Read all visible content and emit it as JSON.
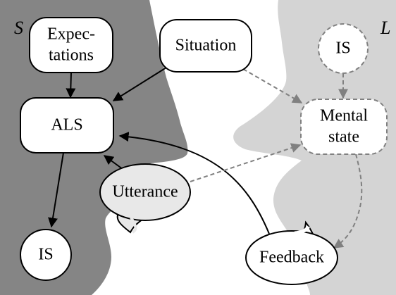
{
  "speaker_label": "S",
  "listener_label": "L",
  "nodes": {
    "expectations_line1": "Expec-",
    "expectations_line2": "tations",
    "situation": "Situation",
    "als": "ALS",
    "is_speaker": "IS",
    "is_listener": "IS",
    "mental_state_line1": "Mental",
    "mental_state_line2": "state",
    "utterance": "Utterance",
    "feedback": "Feedback"
  },
  "colors": {
    "speaker_head": "#858585",
    "listener_head": "#d4d4d4",
    "solid_arrow": "#000000",
    "dashed_arrow": "#808080",
    "node_fill": "#ffffff",
    "bubble_fill": "#e8e8e8"
  }
}
